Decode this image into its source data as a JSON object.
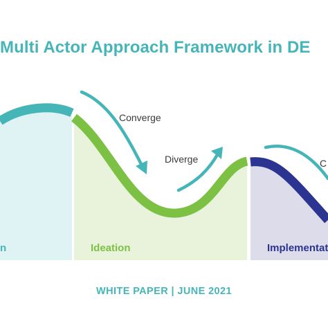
{
  "title": "Multi Actor Approach Framework in DE",
  "labels": {
    "converge_1": "Converge",
    "diverge": "Diverge",
    "converge_2_partial": "C"
  },
  "phases": [
    {
      "label": "n",
      "fill": "#dff3f4",
      "stroke": "#45b5b8",
      "text_color": "#45b5b8"
    },
    {
      "label": "Ideation",
      "fill": "#e9f3dc",
      "stroke": "#7cc143",
      "text_color": "#7cc143"
    },
    {
      "label": "Implementati",
      "fill": "#dcdcea",
      "stroke": "#2b3490",
      "text_color": "#2b3490"
    }
  ],
  "footer": "WHITE PAPER  | JUNE 2021",
  "colors": {
    "teal": "#45b5b8",
    "green": "#7cc143",
    "navy": "#2b3490"
  }
}
